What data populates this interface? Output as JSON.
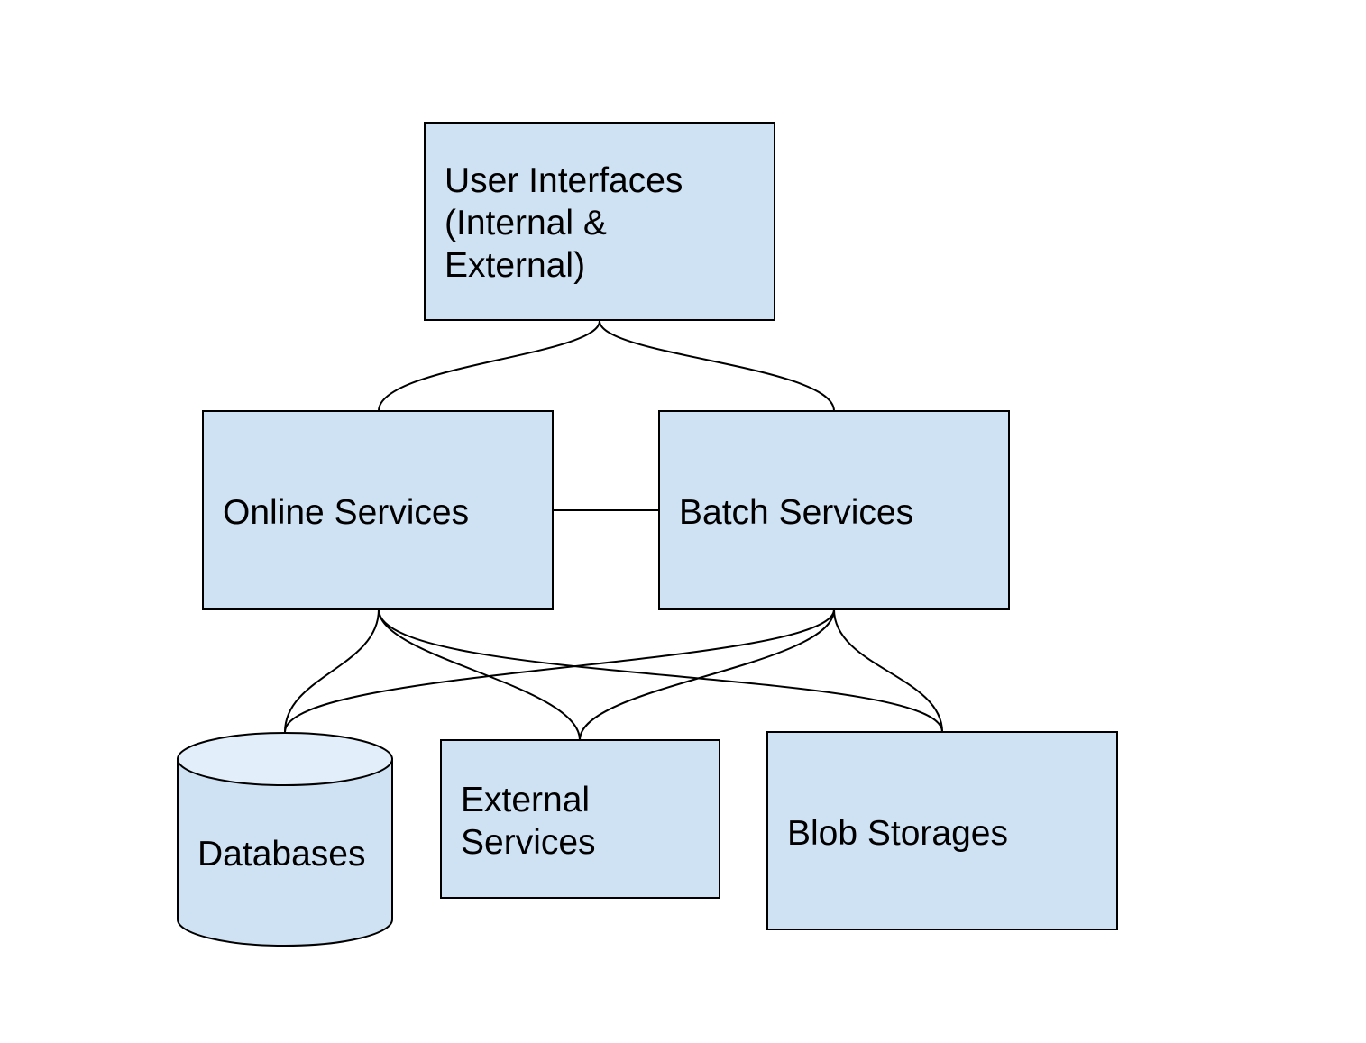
{
  "colors": {
    "box_fill": "#cfe2f3",
    "cylinder_top_fill": "#e2eef9",
    "stroke": "#000000",
    "background": "#ffffff"
  },
  "nodes": {
    "user_interfaces": {
      "lines": [
        "User Interfaces",
        "(Internal &",
        "External)"
      ]
    },
    "online_services": {
      "lines": [
        "Online Services"
      ]
    },
    "batch_services": {
      "lines": [
        "Batch Services"
      ]
    },
    "databases": {
      "lines": [
        "Databases"
      ]
    },
    "external_services": {
      "lines": [
        "External",
        "Services"
      ]
    },
    "blob_storages": {
      "lines": [
        "Blob Storages"
      ]
    }
  },
  "edges": [
    {
      "from": "user_interfaces",
      "to": "online_services"
    },
    {
      "from": "user_interfaces",
      "to": "batch_services"
    },
    {
      "from": "online_services",
      "to": "batch_services"
    },
    {
      "from": "online_services",
      "to": "databases"
    },
    {
      "from": "online_services",
      "to": "external_services"
    },
    {
      "from": "online_services",
      "to": "blob_storages"
    },
    {
      "from": "batch_services",
      "to": "databases"
    },
    {
      "from": "batch_services",
      "to": "external_services"
    },
    {
      "from": "batch_services",
      "to": "blob_storages"
    }
  ]
}
